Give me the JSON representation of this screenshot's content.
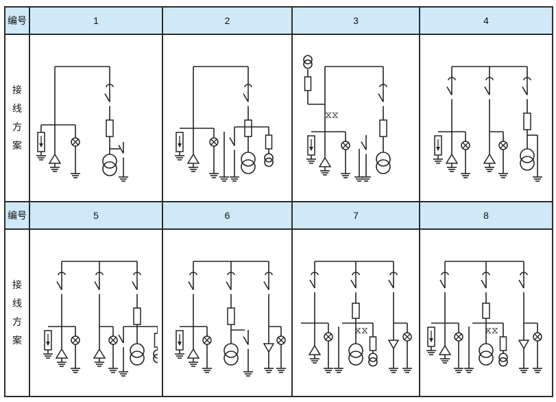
{
  "caption": "",
  "header_label": "编号",
  "row_label": "接线方案",
  "schemes": [
    {
      "number": "1",
      "diagram_icon": "scheme-1-diagram-icon"
    },
    {
      "number": "2",
      "diagram_icon": "scheme-2-diagram-icon"
    },
    {
      "number": "3",
      "diagram_icon": "scheme-3-diagram-icon"
    },
    {
      "number": "4",
      "diagram_icon": "scheme-4-diagram-icon"
    },
    {
      "number": "5",
      "diagram_icon": "scheme-5-diagram-icon"
    },
    {
      "number": "6",
      "diagram_icon": "scheme-6-diagram-icon"
    },
    {
      "number": "7",
      "diagram_icon": "scheme-7-diagram-icon"
    },
    {
      "number": "8",
      "diagram_icon": "scheme-8-diagram-icon"
    }
  ],
  "colors": {
    "header_bg": "#cfe9f9",
    "line": "#222222"
  }
}
